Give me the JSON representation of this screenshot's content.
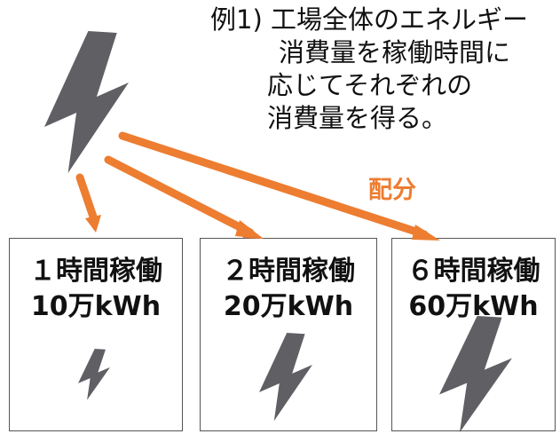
{
  "example": {
    "lines": [
      "例1) 工場全体のエネルギー",
      "消費量を稼働時間に",
      "応じてそれぞれの",
      "消費量を得る。"
    ]
  },
  "allocation_label": "配分",
  "boxes": [
    {
      "hours_label": "１時間稼働",
      "energy_label": "10万kWh"
    },
    {
      "hours_label": "２時間稼働",
      "energy_label": "20万kWh"
    },
    {
      "hours_label": "６時間稼働",
      "energy_label": "60万kWh"
    }
  ],
  "colors": {
    "arrow": "#ed7d31",
    "bolt": "#5f5f64",
    "text": "#111111",
    "border": "#555555"
  },
  "icons": {
    "source": "lightning-bolt-icon",
    "per_box": "lightning-bolt-icon"
  }
}
